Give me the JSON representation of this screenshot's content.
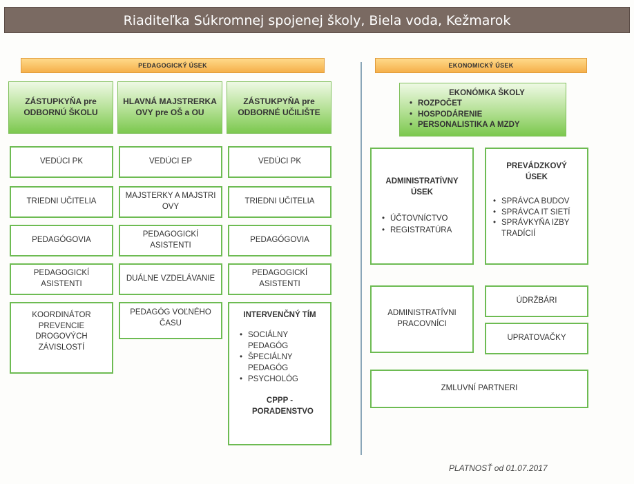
{
  "title": "Riaditeľka Súkromnej spojenej školy, Biela voda, Kežmarok",
  "pedagogicky": {
    "label": "PEDAGOGICKÝ ÚSEK",
    "col1": {
      "head": "ZÁSTUPKYŇA pre ODBORNÚ ŠKOLU",
      "items": [
        "VEDÚCI PK",
        "TRIEDNI UČITELIA",
        "PEDAGÓGOVIA",
        "PEDAGOGICKÍ ASISTENTI",
        "KOORDINÁTOR PREVENCIE DROGOVÝCH ZÁVISLOSTÍ"
      ]
    },
    "col2": {
      "head": "HLAVNÁ MAJSTRERKA OVY pre OŠ a OU",
      "items": [
        "VEDÚCI EP",
        "MAJSTERKY A MAJSTRI OVY",
        "PEDAGOGICKÍ ASISTENTI",
        "DUÁLNE VZDELÁVANIE",
        "PEDAGÓG VOĽNÉHO ČASU"
      ]
    },
    "col3": {
      "head": "ZÁSTUKPYŇA pre ODBORNÉ UČILIŠTE",
      "items": [
        "VEDÚCI PK",
        "TRIEDNI UČITELIA",
        "PEDAGÓGOVIA",
        "PEDAGOGICKÍ ASISTENTI"
      ],
      "interv": {
        "title": "INTERVENČNÝ TÍM",
        "items": [
          "SOCIÁLNY PEDAGÓG",
          "ŠPECIÁLNY PEDAGÓG",
          "PSYCHOLÓG"
        ],
        "footer": "CPPP - PORADENSTVO"
      }
    }
  },
  "ekonomicky": {
    "label": "EKONOMICKÝ ÚSEK",
    "head": {
      "title": "EKONÓMKA ŠKOLY",
      "items": [
        "ROZPOČET",
        "HOSPODÁRENIE",
        "PERSONALISTIKA A MZDY"
      ]
    },
    "admin": {
      "title": "ADMINISTRATÍVNY ÚSEK",
      "items": [
        "ÚČTOVNÍCTVO",
        "REGISTRATÚRA"
      ]
    },
    "prevadz": {
      "title": "PREVÁDZKOVÝ ÚSEK",
      "items": [
        "SPRÁVCA BUDOV",
        "SPRÁVCA IT SIETÍ",
        "SPRÁVKYŇA IZBY TRADÍCIÍ"
      ]
    },
    "admin_prac": "ADMINISTRATÍVNI PRACOVNÍCI",
    "udrzbari": "ÚDRŽBÁRI",
    "upratovacky": "UPRATOVAČKY",
    "zmluvni": "ZMLUVNÍ PARTNERI"
  },
  "platnost": "PLATNOSŤ od 01.07.2017"
}
